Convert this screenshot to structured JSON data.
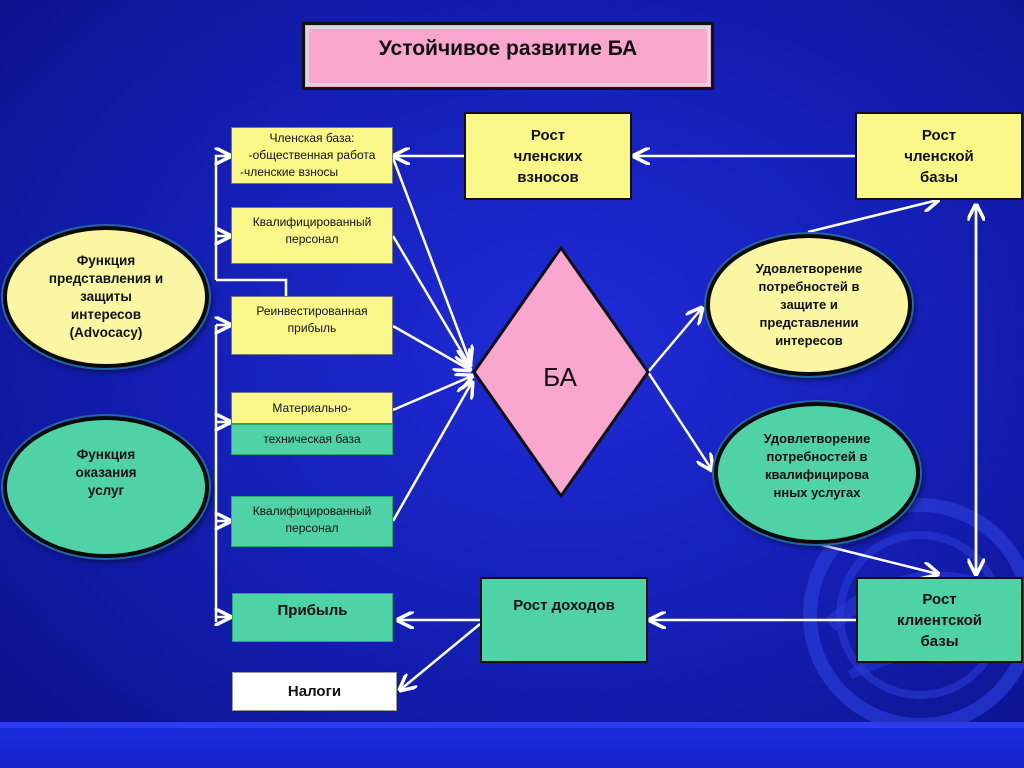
{
  "title": "Устойчивое развитие БА",
  "center": "БА",
  "left_boxes": {
    "membership": {
      "line1": "Членская база:",
      "line2": "-общественная работа",
      "line3": "-членские  взносы"
    },
    "qualified_staff_1": {
      "line1": "Квалифицированный",
      "line2": "персонал"
    },
    "reinvested_profit": {
      "line1": "Реинвестированная",
      "line2": "прибыль"
    },
    "material_base": {
      "line1": "Материально-",
      "line2": "техническая база"
    },
    "qualified_staff_2": {
      "line1": "Квалифицированный",
      "line2": "персонал"
    },
    "profit": "Прибыль",
    "taxes": "Налоги"
  },
  "functions": {
    "advocacy": {
      "line1": "Функция",
      "line2": "представления и",
      "line3": "защиты",
      "line4": "интересов",
      "line5": "(Advocacy)"
    },
    "services": {
      "line1": "Функция",
      "line2": "оказания",
      "line3": "услуг"
    }
  },
  "right": {
    "fees_growth": {
      "line1": "Рост",
      "line2": "членских",
      "line3": "взносов"
    },
    "membership_growth": {
      "line1": "Рост",
      "line2": "членской",
      "line3": "базы"
    },
    "need_advocacy": {
      "line1": "Удовлетворение",
      "line2": "потребностей в",
      "line3": "защите и",
      "line4": "представлении",
      "line5": "интересов"
    },
    "need_services": {
      "line1": "Удовлетворение",
      "line2": "потребностей в",
      "line3": "квалифицирова",
      "line4": "нных услугах"
    },
    "income_growth": "Рост доходов",
    "client_growth": {
      "line1": "Рост",
      "line2": "клиентской",
      "line3": "базы"
    }
  },
  "colors": {
    "background": "#1520b8",
    "yellow": "#fbf88a",
    "teal": "#4fd3a6",
    "pink": "#f9a6cf",
    "arrow": "#ffffff"
  }
}
